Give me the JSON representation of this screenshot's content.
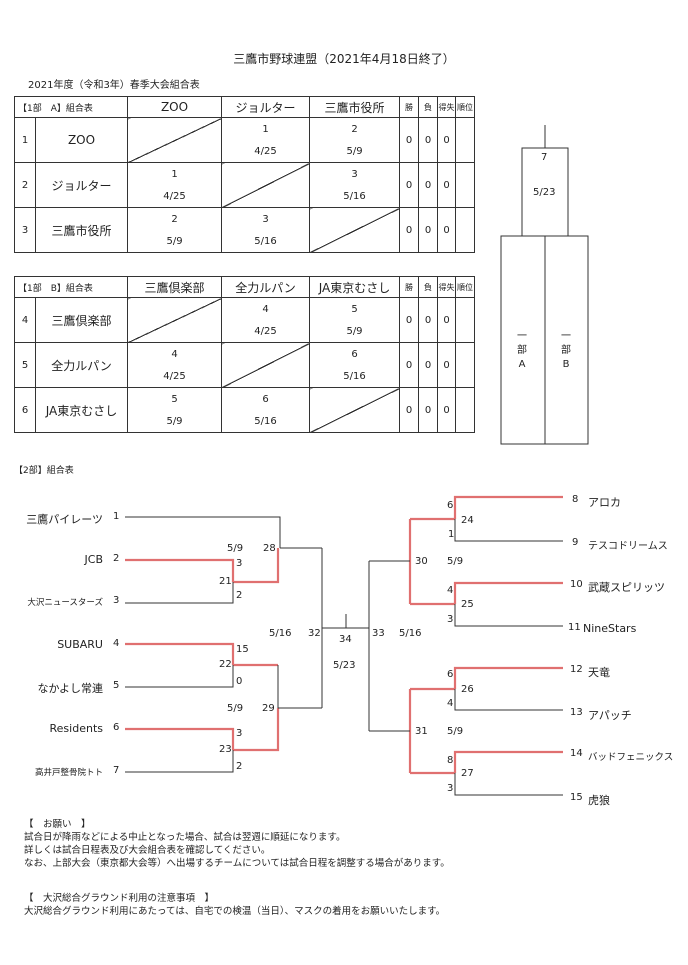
{
  "header": {
    "title": "三鷹市野球連盟（2021年4月18日終了）",
    "subtitle": "2021年度（令和3年）春季大会組合表"
  },
  "stat_headers": [
    "勝",
    "負",
    "得失",
    "順位"
  ],
  "groups": [
    {
      "label": "【1部　A】組合表",
      "columns": [
        "ZOO",
        "ジョルター",
        "三鷹市役所"
      ],
      "rows": [
        {
          "no": "1",
          "name": "ZOO",
          "cells": [
            null,
            {
              "score": "1",
              "date": "4/25"
            },
            {
              "score": "2",
              "date": "5/9"
            }
          ],
          "win": "0",
          "loss": "0",
          "diff": "0",
          "rank": ""
        },
        {
          "no": "2",
          "name": "ジョルター",
          "cells": [
            {
              "score": "1",
              "date": "4/25"
            },
            null,
            {
              "score": "3",
              "date": "5/16"
            }
          ],
          "win": "0",
          "loss": "0",
          "diff": "0",
          "rank": ""
        },
        {
          "no": "3",
          "name": "三鷹市役所",
          "cells": [
            {
              "score": "2",
              "date": "5/9"
            },
            {
              "score": "3",
              "date": "5/16"
            },
            null
          ],
          "win": "0",
          "loss": "0",
          "diff": "0",
          "rank": ""
        }
      ]
    },
    {
      "label": "【1部　B】組合表",
      "columns": [
        "三鷹倶楽部",
        "全力ルパン",
        "JA東京むさし"
      ],
      "rows": [
        {
          "no": "4",
          "name": "三鷹倶楽部",
          "cells": [
            null,
            {
              "score": "4",
              "date": "4/25"
            },
            {
              "score": "5",
              "date": "5/9"
            }
          ],
          "win": "0",
          "loss": "0",
          "diff": "0",
          "rank": ""
        },
        {
          "no": "5",
          "name": "全力ルパン",
          "cells": [
            {
              "score": "4",
              "date": "4/25"
            },
            null,
            {
              "score": "6",
              "date": "5/16"
            }
          ],
          "win": "0",
          "loss": "0",
          "diff": "0",
          "rank": ""
        },
        {
          "no": "6",
          "name": "JA東京むさし",
          "cells": [
            {
              "score": "5",
              "date": "5/9"
            },
            {
              "score": "6",
              "date": "5/16"
            },
            null
          ],
          "win": "0",
          "loss": "0",
          "diff": "0",
          "rank": ""
        }
      ]
    }
  ],
  "final1": {
    "game": "7",
    "date": "5/23",
    "left_label": "一部A",
    "right_label": "一部B"
  },
  "bracket": {
    "title": "【2部】組合表",
    "left_teams": [
      {
        "name": "三鷹パイレーツ",
        "no": "1"
      },
      {
        "name": "JCB",
        "no": "2"
      },
      {
        "name": "大沢ニュースターズ",
        "no": "3"
      },
      {
        "name": "SUBARU",
        "no": "4"
      },
      {
        "name": "なかよし常連",
        "no": "5"
      },
      {
        "name": "Residents",
        "no": "6"
      },
      {
        "name": "高井戸整骨院トト",
        "no": "7"
      }
    ],
    "right_teams": [
      {
        "name": "アロカ",
        "no": "8"
      },
      {
        "name": "テスコドリームス",
        "no": "9"
      },
      {
        "name": "武蔵スピリッツ",
        "no": "10"
      },
      {
        "name": "NineStars",
        "no": "11"
      },
      {
        "name": "天竜",
        "no": "12"
      },
      {
        "name": "アパッチ",
        "no": "13"
      },
      {
        "name": "バッドフェニックス",
        "no": "14"
      },
      {
        "name": "虎狼",
        "no": "15"
      }
    ],
    "left_labels": {
      "g21": "21",
      "g21_top": "3",
      "g21_bot": "2",
      "g22": "22",
      "g22_top": "15",
      "g22_bot": "0",
      "g23": "23",
      "g23_top": "3",
      "g23_bot": "2",
      "g28": "28",
      "g28_date": "5/9",
      "g29": "29",
      "g29_date": "5/9",
      "g32": "32",
      "g32_date": "5/16"
    },
    "right_labels": {
      "g24": "24",
      "g24_top": "6",
      "g24_bot": "1",
      "g25": "25",
      "g25_top": "4",
      "g25_bot": "3",
      "g26": "26",
      "g26_top": "6",
      "g26_bot": "4",
      "g27": "27",
      "g27_top": "8",
      "g27_bot": "3",
      "g30": "30",
      "g30_date": "5/9",
      "g31": "31",
      "g31_date": "5/9",
      "g33": "33",
      "g33_date": "5/16"
    },
    "final": {
      "game": "34",
      "date": "5/23"
    }
  },
  "notes": {
    "request_head": "【　お願い　】",
    "request_lines": [
      "試合日が降雨などによる中止となった場合、試合は翌週に順延になります。",
      "詳しくは試合日程表及び大会組合表を確認してください。",
      "なお、上部大会（東京都大会等）へ出場するチームについては試合日程を調整する場合があります。"
    ],
    "ground_head": "【　大沢総合グラウンド利用の注意事項　】",
    "ground_line": "大沢総合グラウンド利用にあたっては、自宅での検温（当日）、マスクの着用をお願いいたします。"
  },
  "colors": {
    "winner_line": "#e07070",
    "line": "#333333"
  }
}
